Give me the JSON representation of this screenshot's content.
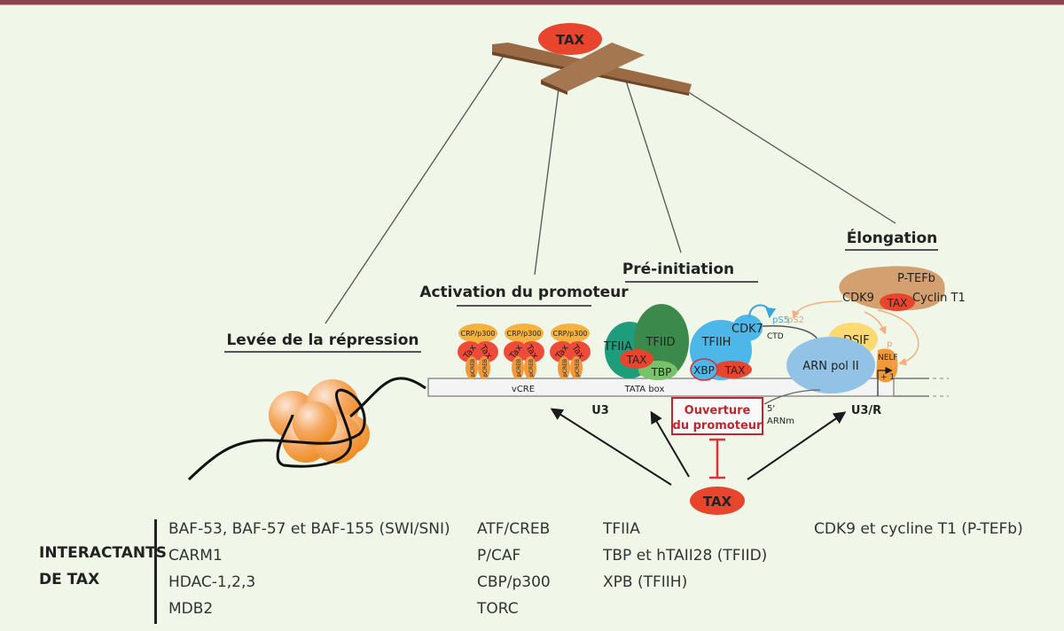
{
  "diagram": {
    "hub_label": "TAX",
    "stages": [
      {
        "title": "Levée de la répression"
      },
      {
        "title": "Activation du promoteur"
      },
      {
        "title": "Pré-initiation"
      },
      {
        "title": "Élongation"
      }
    ],
    "proteins": {
      "crp_p300": "CRP/p300",
      "tax_small": "Tax",
      "pcreb": "pCREB",
      "tfiia": "TFIIA",
      "tfiid": "TFIID",
      "tax": "TAX",
      "tbp": "TBP",
      "tfiih": "TFIIH",
      "cdk7": "CDK7",
      "xbp": "XBP",
      "ps5": "pS5",
      "ps2": "pS2",
      "ctd": "CTD",
      "ptefb": "P-TEFb",
      "cdk9": "CDK9",
      "cyclin": "Cyclin T1",
      "dsif": "DSIF",
      "arn_pol": "ARN pol II",
      "nelf": "NELF",
      "p": "p",
      "plus1": "+ 1"
    },
    "dna": {
      "vcre": "vCRE",
      "tata": "TATA box",
      "u3": "U3",
      "u3r": "U3/R",
      "five_prime": "5'",
      "arnm": "ARNm"
    },
    "promoter_box": {
      "line1": "Ouverture",
      "line2": "du promoteur"
    },
    "bottom_tax": "TAX"
  },
  "interactants": {
    "heading_line1": "INTERACTANTS",
    "heading_line2": "DE TAX",
    "columns": [
      [
        "BAF-53, BAF-57 et BAF-155 (SWI/SNI)",
        "CARM1",
        "HDAC-1,2,3",
        "MDB2"
      ],
      [
        "ATF/CREB",
        "P/CAF",
        "CBP/p300",
        "TORC"
      ],
      [
        "TFIIA",
        "TBP et hTAII28 (TFIID)",
        "XPB (TFIIH)"
      ],
      [
        "CDK9 et cycline T1 (P-TEFb)"
      ]
    ]
  },
  "colors": {
    "tax_red": "#e8452e",
    "wood": "#a0714a",
    "header_bar": "#8b4552",
    "background": "#f0f6e8",
    "promoter_red": "#c0262d",
    "pol_blue": "#92c3e6",
    "tfiih_blue": "#4cb7e8",
    "tfiid_green": "#3c8a4b",
    "tfiia_teal": "#1e9d7d",
    "nucleosome_orange": "#f29a3a"
  }
}
